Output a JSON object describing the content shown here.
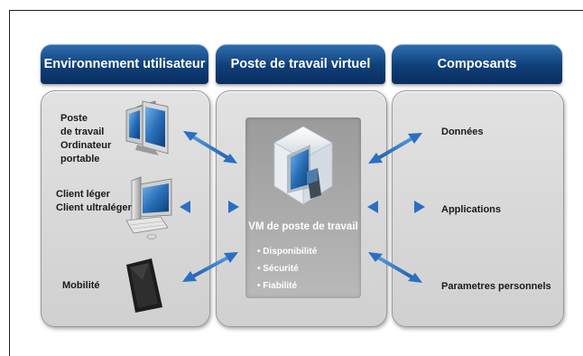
{
  "headers": {
    "user_environment": "Environnement utilisateur",
    "virtual_desktop": "Poste de travail virtuel",
    "components": "Composants"
  },
  "left_items": {
    "desktop_line1": "Poste",
    "desktop_line2": "de travail",
    "laptop_line1": "Ordinateur",
    "laptop_line2": "portable",
    "thin_client": "Client léger",
    "ultrathin_client": "Client ultraléger",
    "mobility": "Mobilité"
  },
  "center": {
    "vm_title": "VM de poste de travail",
    "features": [
      "• Disponibilité",
      "• Sécurité",
      "• Fiabilité"
    ]
  },
  "right_items": {
    "data": "Données",
    "applications": "Applications",
    "personal_settings": "Parametres personnels"
  },
  "colors": {
    "header_blue": "#0f3f78",
    "arrow_blue": "#2a6fc2",
    "panel_grey": "#d6d6d6"
  },
  "icons": [
    "desktop-monitor-icon",
    "thin-client-icon",
    "tablet-icon",
    "vm-cube-icon",
    "double-arrow-icon"
  ]
}
